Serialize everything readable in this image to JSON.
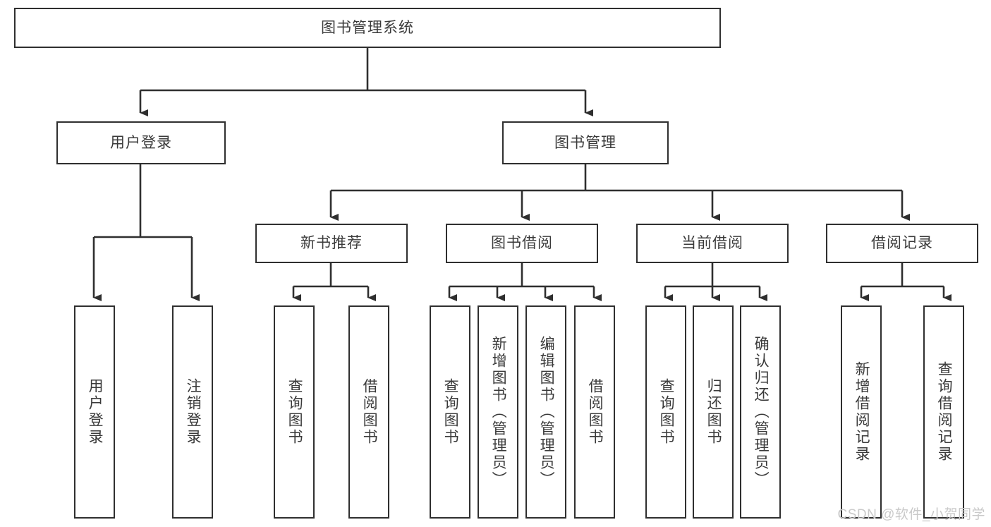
{
  "diagram": {
    "title": "图书管理系统",
    "type": "tree-hierarchy-flowchart",
    "colors": {
      "box_border": "#2f2f2f",
      "box_fill": "#ffffff",
      "connector": "#2f2f2f",
      "text": "#3a3a3a",
      "watermark": "#c9c9c9",
      "background": "#ffffff"
    },
    "levels": {
      "root": {
        "label": "图书管理系统",
        "orientation": "horizontal"
      },
      "level2": [
        {
          "id": "user-login",
          "label": "用户登录",
          "orientation": "horizontal"
        },
        {
          "id": "book-management",
          "label": "图书管理",
          "orientation": "horizontal"
        }
      ],
      "level3": [
        {
          "id": "new-book-recommend",
          "label": "新书推荐",
          "orientation": "horizontal",
          "parent": "book-management"
        },
        {
          "id": "book-borrow",
          "label": "图书借阅",
          "orientation": "horizontal",
          "parent": "book-management"
        },
        {
          "id": "current-borrow",
          "label": "当前借阅",
          "orientation": "horizontal",
          "parent": "book-management"
        },
        {
          "id": "borrow-record",
          "label": "借阅记录",
          "orientation": "horizontal",
          "parent": "book-management"
        }
      ],
      "level4": [
        {
          "id": "leaf-user-login",
          "label": "用户登录",
          "orientation": "vertical",
          "parent": "user-login"
        },
        {
          "id": "leaf-logout",
          "label": "注销登录",
          "orientation": "vertical",
          "parent": "user-login"
        },
        {
          "id": "leaf-query-book-1",
          "label": "查询图书",
          "orientation": "vertical",
          "parent": "new-book-recommend"
        },
        {
          "id": "leaf-borrow-book-1",
          "label": "借阅图书",
          "orientation": "vertical",
          "parent": "new-book-recommend"
        },
        {
          "id": "leaf-query-book-2",
          "label": "查询图书",
          "orientation": "vertical",
          "parent": "book-borrow"
        },
        {
          "id": "leaf-add-book",
          "label": "新增图书（管理员）",
          "orientation": "vertical",
          "parent": "book-borrow"
        },
        {
          "id": "leaf-edit-book",
          "label": "编辑图书（管理员）",
          "orientation": "vertical",
          "parent": "book-borrow"
        },
        {
          "id": "leaf-borrow-book-2",
          "label": "借阅图书",
          "orientation": "vertical",
          "parent": "book-borrow"
        },
        {
          "id": "leaf-query-book-3",
          "label": "查询图书",
          "orientation": "vertical",
          "parent": "current-borrow"
        },
        {
          "id": "leaf-return-book",
          "label": "归还图书",
          "orientation": "vertical",
          "parent": "current-borrow"
        },
        {
          "id": "leaf-confirm-return",
          "label": "确认归还（管理员）",
          "orientation": "vertical",
          "parent": "current-borrow"
        },
        {
          "id": "leaf-add-record",
          "label": "新增借阅记录",
          "orientation": "vertical",
          "parent": "borrow-record"
        },
        {
          "id": "leaf-query-record",
          "label": "查询借阅记录",
          "orientation": "vertical",
          "parent": "borrow-record"
        }
      ]
    },
    "watermark": "CSDN @软件_小贺同学"
  }
}
